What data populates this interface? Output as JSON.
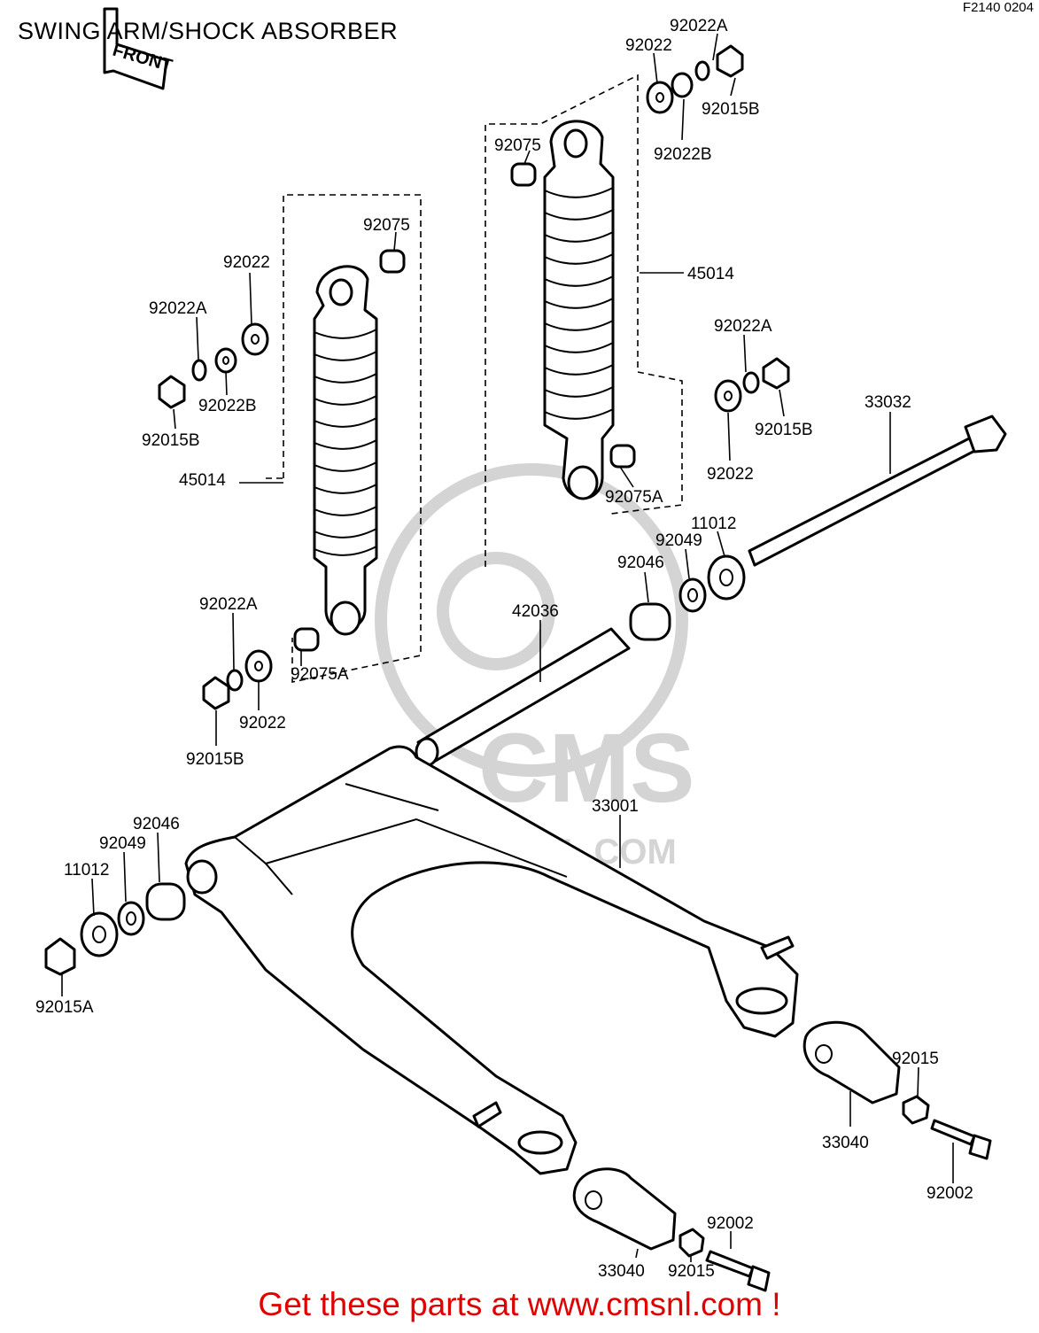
{
  "title": "SWING ARM/SHOCK ABSORBER",
  "ref_code": "F2140 0204",
  "front_label": "FRONT",
  "watermark": {
    "brand": "CMS",
    "url": "WWW.CMSNL.COM"
  },
  "cta": "Get these parts at www.cmsnl.com !",
  "colors": {
    "cta": "#e00000",
    "lines": "#000000",
    "watermark": "#d4d4d4"
  },
  "part_labels": [
    "92022A",
    "92022",
    "92015B",
    "92022B",
    "92075",
    "45014",
    "92022",
    "92075",
    "92022A",
    "92022B",
    "92015B",
    "45014",
    "92022A",
    "92015B",
    "92022",
    "33032",
    "92075A",
    "11012",
    "92049",
    "92046",
    "42036",
    "92022A",
    "92075A",
    "92022",
    "92015B",
    "33001",
    "92046",
    "92049",
    "11012",
    "92015A",
    "92015",
    "33040",
    "92002",
    "92002",
    "33040",
    "92015"
  ]
}
